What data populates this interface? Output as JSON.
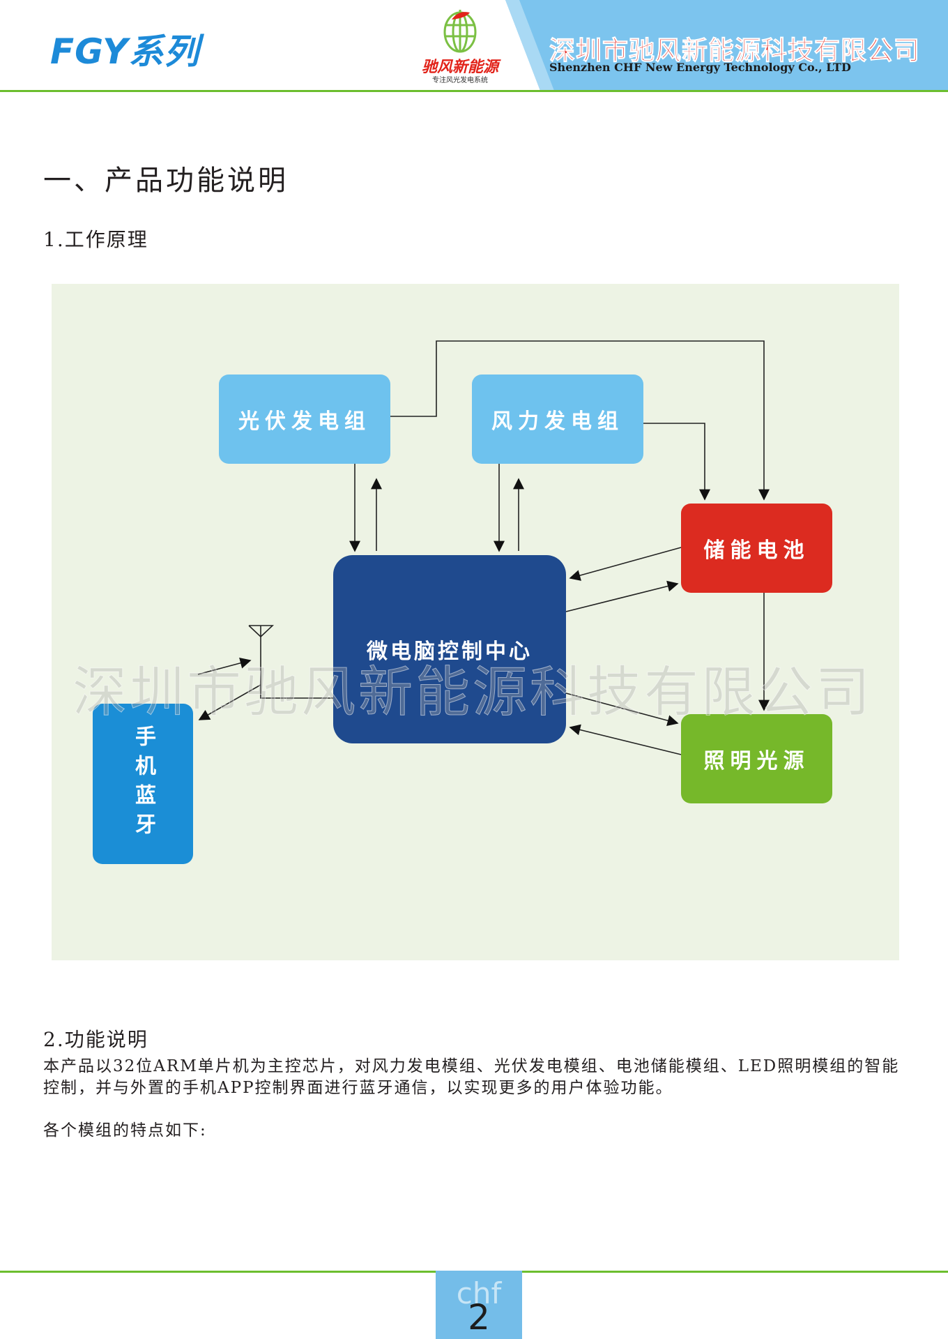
{
  "header": {
    "series": "FGY系列",
    "logo_name": "驰风新能源",
    "logo_slogan": "专注风光发电系统",
    "company_cn": "深圳市驰风新能源科技有限公司",
    "company_en": "Shenzhen CHF New Energy Technology Co., LTD",
    "band_color": "#7cc4ee",
    "accent_color": "#6cbe2e"
  },
  "section": {
    "title": "一、产品功能说明",
    "sub1": "1.工作原理",
    "sub2": "2.功能说明",
    "para1": "本产品以32位ARM单片机为主控芯片，对风力发电模组、光伏发电模组、电池储能模组、LED照明模组的智能控制，并与外置的手机APP控制界面进行蓝牙通信，以实现更多的用户体验功能。",
    "para2": "各个模组的特点如下:"
  },
  "diagram": {
    "pv": "光伏发电组",
    "wind": "风力发电组",
    "mcu": "微电脑控制中心",
    "battery": "储能电池",
    "light": "照明光源",
    "phone": "手机蓝牙",
    "colors": {
      "pv": "#6ec2ee",
      "mcu": "#1f4a8e",
      "battery": "#dc2b20",
      "light": "#76b82a",
      "phone": "#1b8ed6",
      "background": "#edf3e4"
    }
  },
  "watermark": "深圳市驰风新能源科技有限公司",
  "footer": {
    "chf": "chf",
    "page_number": "2"
  }
}
